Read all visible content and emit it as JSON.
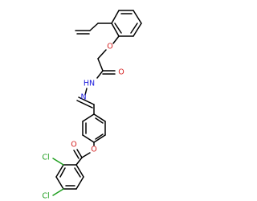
{
  "molecule": {
    "atoms": {
      "ether_oxygen": "O",
      "carbonyl_oxygen_hydrazide": "O",
      "hydrazide_nh": "HN",
      "imine_n": "N",
      "ester_oxygen": "O",
      "ester_carbonyl_oxygen": "O",
      "chlorine_ortho": "Cl",
      "chlorine_para": "Cl"
    },
    "colors": {
      "carbon": "#000000",
      "oxygen": "#d42020",
      "nitrogen": "#1a1adc",
      "chlorine": "#1e9e1e",
      "background": "#ffffff"
    }
  }
}
